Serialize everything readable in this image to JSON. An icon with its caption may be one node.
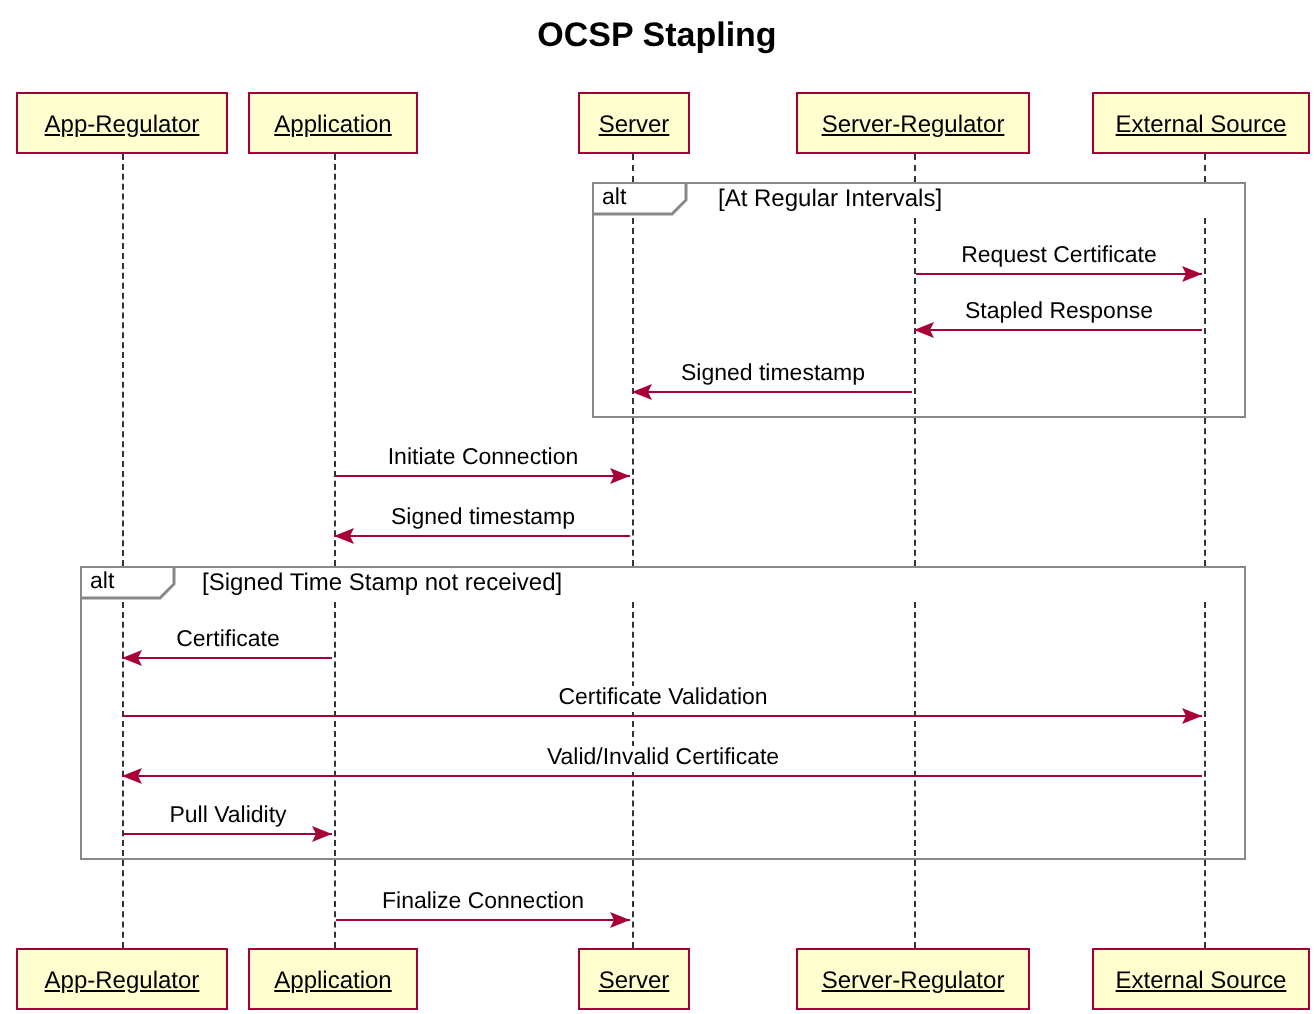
{
  "diagram": {
    "title": "OCSP Stapling",
    "nodes": [
      {
        "text": [
          "App-Regulator"
        ]
      },
      {
        "text": [
          "Application"
        ]
      },
      {
        "text": [
          "Server"
        ]
      },
      {
        "text": [
          "Server-Regulator"
        ]
      },
      {
        "text": [
          "External Source"
        ]
      },
      {
        "text": [
          "alt",
          "[At Regular Intervals]"
        ]
      },
      {
        "text": [
          "alt",
          "[Signed Time Stamp not received]"
        ]
      },
      {
        "text": [],
        "shape": "line"
      },
      {
        "text": [],
        "shape": "line"
      },
      {
        "text": [],
        "shape": "line"
      },
      {
        "text": [],
        "shape": "line"
      },
      {
        "text": [],
        "shape": "line"
      },
      {
        "text": [],
        "shape": "line",
        "in": 5
      },
      {
        "text": [],
        "shape": "line",
        "in": 5
      },
      {
        "text": [],
        "shape": "line",
        "in": 5
      },
      {
        "text": [],
        "shape": "line"
      },
      {
        "text": [],
        "shape": "line"
      },
      {
        "text": [],
        "shape": "line"
      },
      {
        "text": [],
        "shape": "line",
        "in": 6
      },
      {
        "text": [],
        "shape": "line",
        "in": 6
      },
      {
        "text": [],
        "shape": "line",
        "in": 6
      },
      {
        "text": [],
        "shape": "line",
        "in": 6
      },
      {
        "text": [],
        "shape": "line",
        "in": 6
      },
      {
        "text": [],
        "shape": "line"
      },
      {
        "text": [],
        "shape": "line"
      },
      {
        "text": [],
        "shape": "line"
      },
      {
        "text": [],
        "shape": "line"
      },
      {
        "text": [],
        "shape": "line"
      },
      {
        "text": [
          "App-Regulator"
        ]
      },
      {
        "text": [
          "Application"
        ]
      },
      {
        "text": [
          "Server"
        ]
      },
      {
        "text": [
          "Server-Regulator"
        ]
      },
      {
        "text": [
          "External Source"
        ]
      }
    ],
    "edges": [
      {
        "from": 13,
        "to": 14,
        "arrow": "to",
        "label": "Request Certificate"
      },
      {
        "from": 14,
        "to": 13,
        "arrow": "to",
        "label": "Stapled Response"
      },
      {
        "from": 13,
        "to": 12,
        "arrow": "to",
        "label": "Signed timestamp"
      },
      {
        "from": 8,
        "to": 15,
        "arrow": "to",
        "label": "Initiate Connection"
      },
      {
        "from": 15,
        "to": 8,
        "arrow": "to",
        "label": "Signed timestamp"
      },
      {
        "from": 19,
        "to": 18,
        "arrow": "to",
        "label": "Certificate"
      },
      {
        "from": 18,
        "to": 22,
        "arrow": "to",
        "label": "Certificate Validation"
      },
      {
        "from": 22,
        "to": 18,
        "arrow": "to",
        "label": "Valid/Invalid Certificate"
      },
      {
        "from": 18,
        "to": 19,
        "arrow": "to",
        "label": "Pull Validity"
      },
      {
        "from": 24,
        "to": 25,
        "arrow": "to",
        "label": "Finalize Connection"
      }
    ]
  }
}
